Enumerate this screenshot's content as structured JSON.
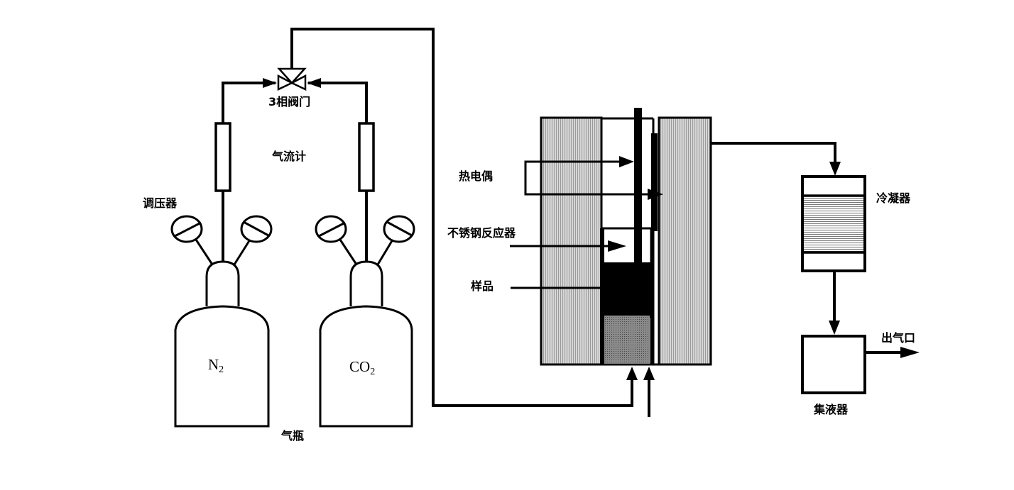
{
  "diagram": {
    "type": "apparatus-schematic",
    "labels": {
      "three_way_valve": "3相阀门",
      "flow_meter": "气流计",
      "regulator": "调压器",
      "gas_cylinder": "气瓶",
      "thermocouple": "热电偶",
      "reactor": "不锈钢反应器",
      "sample": "样品",
      "condenser": "冷凝器",
      "collector": "集液器",
      "gas_outlet": "出气口"
    },
    "cylinders": [
      {
        "id": "n2",
        "formula": "N",
        "subscript": "2"
      },
      {
        "id": "co2",
        "formula": "CO",
        "subscript": "2"
      }
    ],
    "colors": {
      "line": "#000000",
      "insulation": "#c8c8c8",
      "sample_base": "#7a7a7a",
      "background": "#ffffff"
    },
    "flows": [
      {
        "from": "N2 cylinder",
        "to": "3相阀门"
      },
      {
        "from": "CO2 cylinder",
        "to": "3相阀门"
      },
      {
        "from": "3相阀门",
        "to": "不锈钢反应器"
      },
      {
        "from": "不锈钢反应器",
        "to": "冷凝器"
      },
      {
        "from": "冷凝器",
        "to": "集液器"
      },
      {
        "from": "集液器",
        "to": "出气口"
      }
    ]
  }
}
